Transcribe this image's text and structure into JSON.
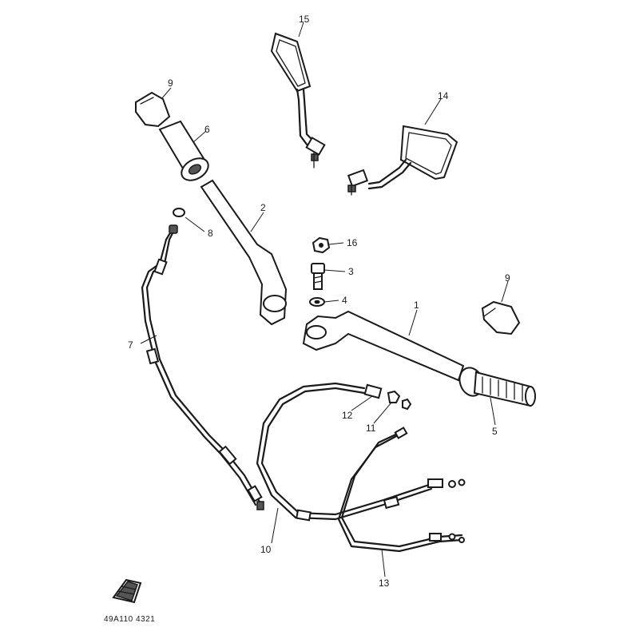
{
  "callouts": {
    "c1": "1",
    "c2": "2",
    "c3": "3",
    "c4": "4",
    "c5": "5",
    "c6": "6",
    "c7": "7",
    "c8": "8",
    "c9a": "9",
    "c9b": "9",
    "c10": "10",
    "c11": "11",
    "c12": "12",
    "c13": "13",
    "c14": "14",
    "c15": "15",
    "c16": "16"
  },
  "diagram_code": "49A110 4321"
}
